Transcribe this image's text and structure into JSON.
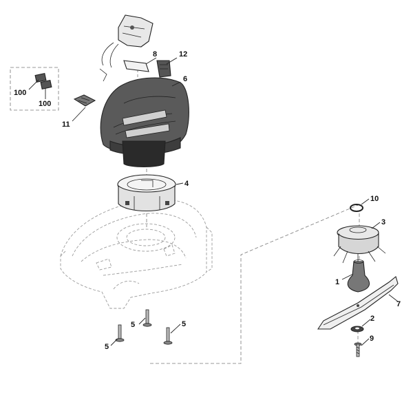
{
  "diagram": {
    "callouts": {
      "c1": "1",
      "c2": "2",
      "c3": "3",
      "c4": "4",
      "c5a": "5",
      "c5b": "5",
      "c5c": "5",
      "c6": "6",
      "c7": "7",
      "c8": "8",
      "c9": "9",
      "c10": "10",
      "c11": "11",
      "c12": "12",
      "c100a": "100",
      "c100b": "100"
    }
  }
}
